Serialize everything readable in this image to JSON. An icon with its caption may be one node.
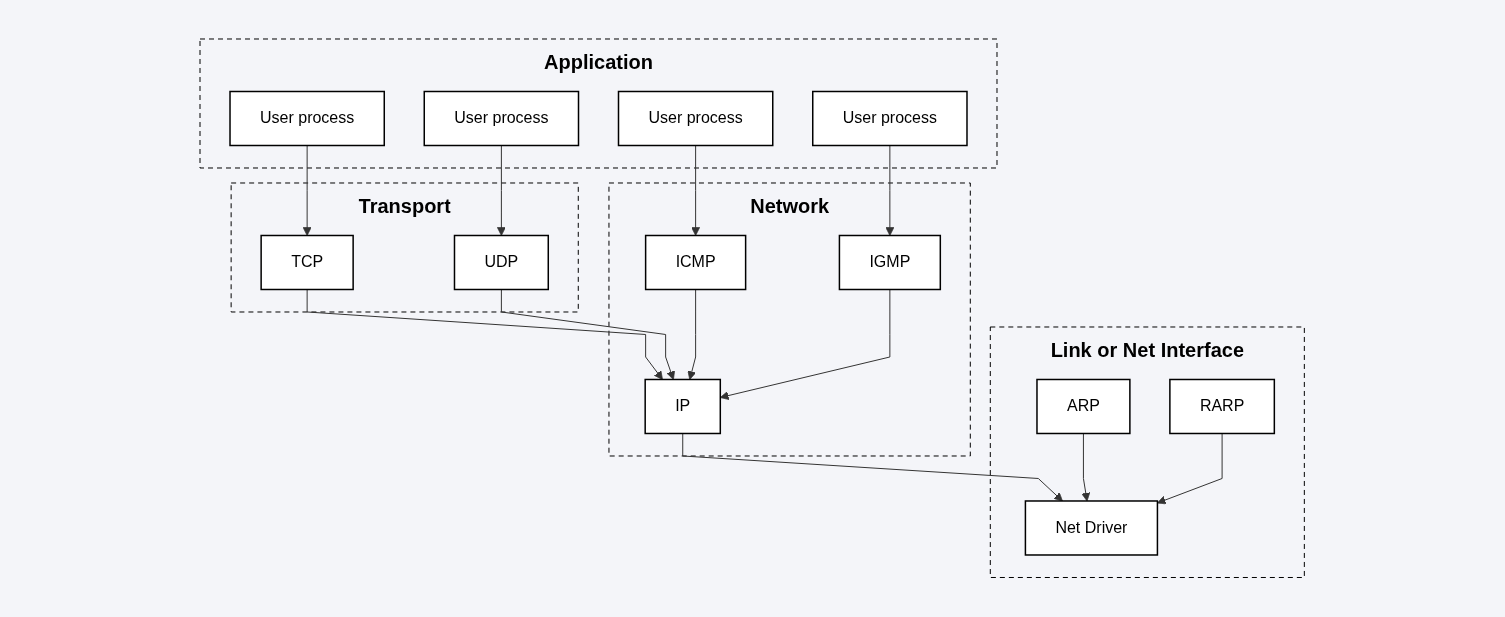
{
  "diagram": {
    "nodes": [
      {
        "text": [
          "Application"
        ]
      },
      {
        "text": [
          "User process"
        ],
        "in": 0
      },
      {
        "text": [
          "User process"
        ],
        "in": 0
      },
      {
        "text": [
          "User process"
        ],
        "in": 0
      },
      {
        "text": [
          "User process"
        ],
        "in": 0
      },
      {
        "text": [
          "Transport"
        ]
      },
      {
        "text": [
          "TCP"
        ],
        "in": 5
      },
      {
        "text": [
          "UDP"
        ],
        "in": 5
      },
      {
        "text": [
          "Network"
        ]
      },
      {
        "text": [
          "ICMP"
        ],
        "in": 8
      },
      {
        "text": [
          "IP"
        ],
        "in": 8
      },
      {
        "text": [
          "IGMP"
        ],
        "in": 8
      },
      {
        "text": [
          "Link or Net Interface"
        ]
      },
      {
        "text": [
          "ARP"
        ],
        "in": 12
      },
      {
        "text": [
          "Net Driver"
        ],
        "in": 12
      },
      {
        "text": [
          "RARP"
        ],
        "in": 12
      }
    ],
    "edges": [
      {
        "from": 1,
        "to": 9,
        "arrow": "to"
      },
      {
        "from": 2,
        "to": 6,
        "arrow": "to"
      },
      {
        "from": 3,
        "to": 7,
        "arrow": "to"
      },
      {
        "from": 4,
        "to": 11,
        "arrow": "to"
      },
      {
        "from": 6,
        "to": 10,
        "arrow": "to"
      },
      {
        "from": 7,
        "to": 10,
        "arrow": "to"
      },
      {
        "from": 9,
        "to": 10,
        "arrow": "to"
      },
      {
        "from": 11,
        "to": 10,
        "arrow": "to"
      },
      {
        "from": 10,
        "to": 14,
        "arrow": "to"
      },
      {
        "from": 13,
        "to": 14,
        "arrow": "to"
      },
      {
        "from": 15,
        "to": 14,
        "arrow": "to"
      }
    ]
  }
}
